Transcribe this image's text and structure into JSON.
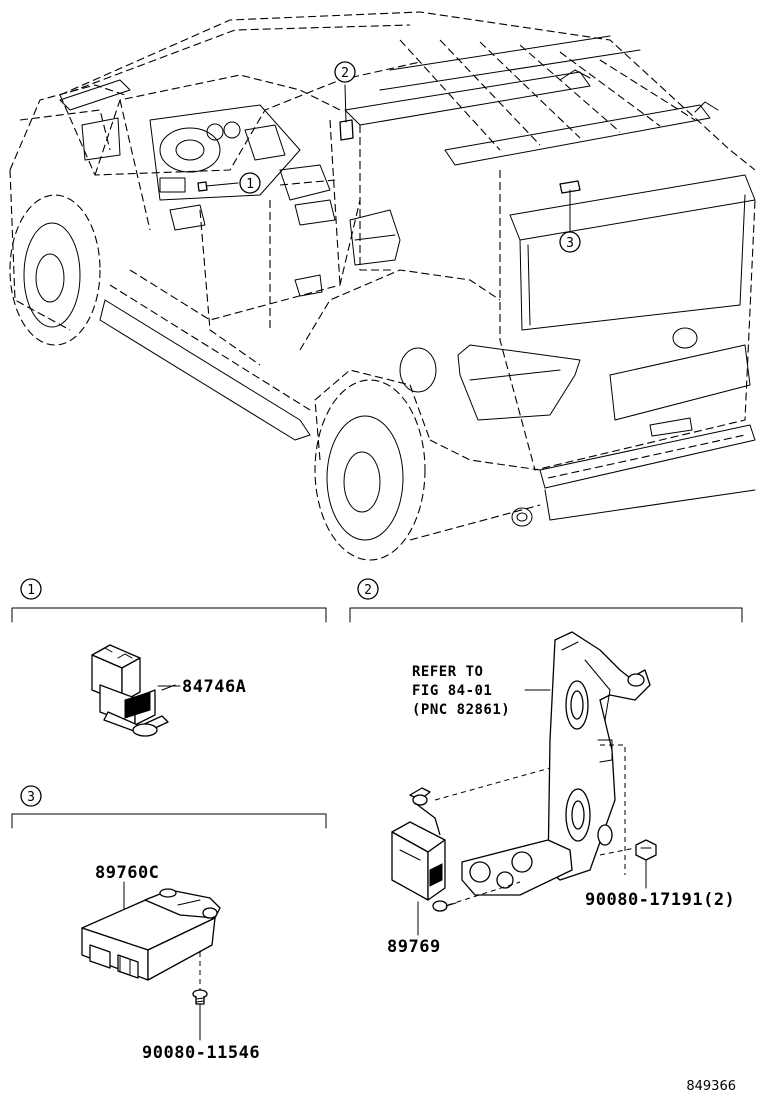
{
  "callouts": {
    "c1": "1",
    "c2": "2",
    "c3": "3"
  },
  "sections": {
    "s1": {
      "index": "1",
      "parts": {
        "switch": "84746A"
      }
    },
    "s2": {
      "index": "2",
      "refer_note": [
        "REFER TO",
        "FIG 84-01",
        "(PNC 82861)"
      ],
      "parts": {
        "receiver": "89769",
        "nut": "90080-17191(2)"
      }
    },
    "s3": {
      "index": "3",
      "parts": {
        "computer": "89760C",
        "screw": "90080-11546"
      }
    }
  },
  "diagram_code": "849366"
}
